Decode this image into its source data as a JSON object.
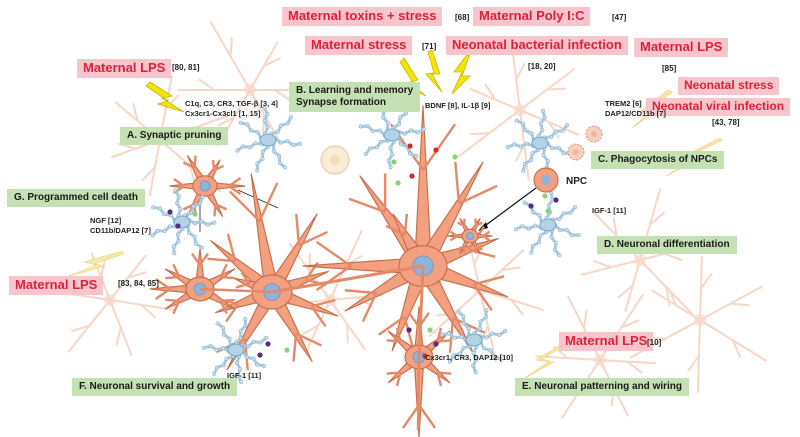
{
  "colors": {
    "trigger_text": "#e0203a",
    "trigger_bg": "#f7c6cc",
    "function_bg": "#c5e0b3",
    "neuron": "#f2a07f",
    "neuron_stroke": "#c86a4a",
    "nucleus": "#8fb4d9",
    "microglia": "#9fc3da",
    "bolt": "#f2e200",
    "faint_bolt": "#f5e6a0",
    "faint_neuron": "#f8ddd0"
  },
  "triggers": {
    "toxins": {
      "label": "Maternal toxins + stress",
      "ref": "[68]"
    },
    "polyic": {
      "label": "Maternal Poly I:C",
      "ref": "[47]"
    },
    "stress": {
      "label": "Maternal stress",
      "ref": "[71]"
    },
    "bacterial": {
      "label": "Neonatal bacterial infection",
      "ref": "[18, 20]"
    },
    "lps_topleft": {
      "label": "Maternal LPS",
      "ref": "[80, 81]"
    },
    "lps_topright": {
      "label": "Maternal LPS",
      "ref": "[85]"
    },
    "neo_stress": {
      "label": "Neonatal stress"
    },
    "neo_viral": {
      "label": "Neonatal viral infection",
      "ref": "[43, 78]"
    },
    "lps_left": {
      "label": "Maternal LPS",
      "ref": "[83, 84, 85]"
    },
    "lps_bottom": {
      "label": "Maternal LPS",
      "ref": "[10]"
    }
  },
  "functions": {
    "A": "A.  Synaptic pruning",
    "B": [
      "B.  Learning and memory",
      "Synapse formation"
    ],
    "C": "C.  Phagocytosis of NPCs",
    "D": "D.  Neuronal differentiation",
    "E": "E.  Neuronal patterning and wiring",
    "F": "F.  Neuronal survival and growth",
    "G": "G.  Programmed cell death"
  },
  "notes": {
    "A": [
      "C1q, C3, CR3, TGF-β [3, 4]",
      "Cx3cr1-Cx3cl1 [1, 15]"
    ],
    "B": "BDNF [8], IL-1β [9]",
    "C": [
      "TREM2 [6]",
      "DAP12/CD11b [7]"
    ],
    "D": "IGF-1 [11]",
    "E": "Cx3cr1, CR3, DAP12 [10]",
    "F": "IGF-1 [11]",
    "G": [
      "NGF [12]",
      "CD11b/DAP12 [7]"
    ]
  },
  "npc_label": "NPC"
}
